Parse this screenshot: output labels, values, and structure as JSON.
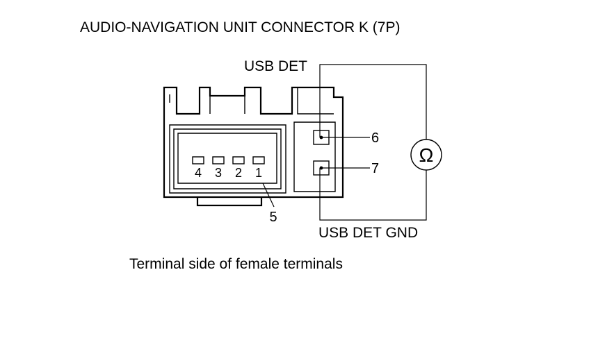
{
  "title": "AUDIO-NAVIGATION UNIT CONNECTOR K (7P)",
  "labels": {
    "usb_det": "USB DET",
    "usb_det_gnd": "USB DET GND",
    "caption": "Terminal side of female terminals",
    "ohmmeter_symbol": "Ω"
  },
  "terminals": {
    "t1": "1",
    "t2": "2",
    "t3": "3",
    "t4": "4",
    "t5": "5",
    "t6": "6",
    "t7": "7"
  },
  "icons": {
    "connector": "connector-housing-icon",
    "meter": "ohmmeter-icon"
  },
  "colors": {
    "line": "#000000",
    "background": "#ffffff"
  }
}
